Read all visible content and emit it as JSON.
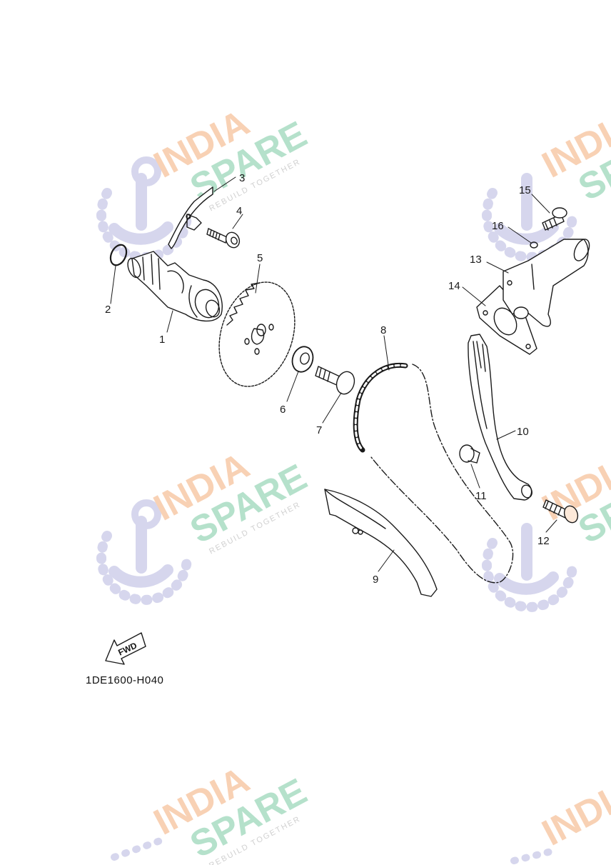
{
  "diagram": {
    "code": "1DE1600-H040",
    "fwd_label": "FWD",
    "callouts": [
      "1",
      "2",
      "3",
      "4",
      "5",
      "6",
      "7",
      "8",
      "9",
      "10",
      "11",
      "12",
      "13",
      "14",
      "15",
      "16"
    ]
  },
  "watermark": {
    "line1": "INDIA",
    "line2": "SPARE",
    "tagline": "REBUILD TOGETHER",
    "line1_color": "#f7c9a8",
    "line2_color": "#a9dcc3",
    "icon_color": "#cfd0ea"
  }
}
